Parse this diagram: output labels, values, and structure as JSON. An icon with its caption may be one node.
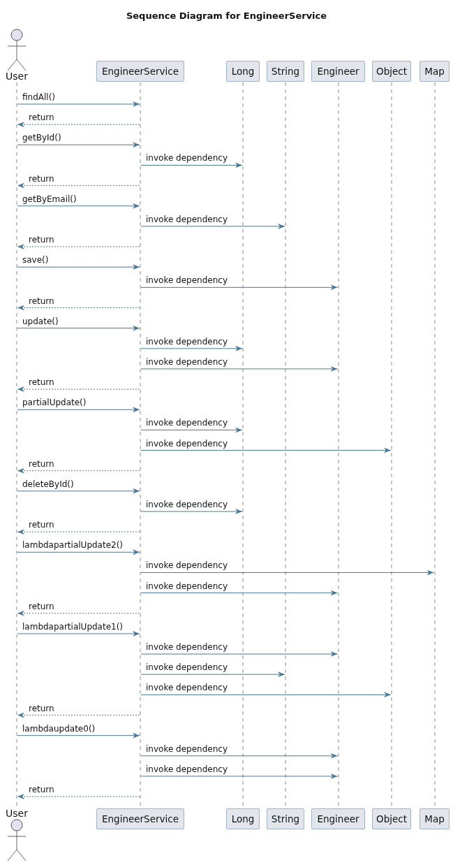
{
  "diagram": {
    "title": "Sequence Diagram for EngineerService",
    "nodes": [
      {
        "text": [
          "User"
        ]
      },
      {
        "text": [
          "EngineerService"
        ]
      },
      {
        "text": [
          "Long"
        ]
      },
      {
        "text": [
          "String"
        ]
      },
      {
        "text": [
          "Engineer"
        ]
      },
      {
        "text": [
          "Object"
        ]
      },
      {
        "text": [
          "Map"
        ]
      },
      {
        "text": [],
        "shape": "line"
      },
      {
        "text": [],
        "shape": "line"
      },
      {
        "text": [],
        "shape": "line"
      },
      {
        "text": [],
        "shape": "line"
      },
      {
        "text": [],
        "shape": "line"
      },
      {
        "text": [],
        "shape": "line"
      },
      {
        "text": [],
        "shape": "line"
      },
      {
        "text": [
          "User"
        ]
      },
      {
        "text": [
          "EngineerService"
        ]
      },
      {
        "text": [
          "Long"
        ]
      },
      {
        "text": [
          "String"
        ]
      },
      {
        "text": [
          "Engineer"
        ]
      },
      {
        "text": [
          "Object"
        ]
      },
      {
        "text": [
          "Map"
        ]
      }
    ],
    "edges": [
      {
        "from": 7,
        "to": 8,
        "arrow": "to",
        "label": "findAll()"
      },
      {
        "from": 8,
        "to": 7,
        "arrow": "to",
        "label": "return",
        "style": "dashed"
      },
      {
        "from": 7,
        "to": 8,
        "arrow": "to",
        "label": "getById()"
      },
      {
        "from": 8,
        "to": 9,
        "arrow": "to",
        "label": "invoke dependency"
      },
      {
        "from": 8,
        "to": 7,
        "arrow": "to",
        "label": "return",
        "style": "dashed"
      },
      {
        "from": 7,
        "to": 8,
        "arrow": "to",
        "label": "getByEmail()"
      },
      {
        "from": 8,
        "to": 10,
        "arrow": "to",
        "label": "invoke dependency"
      },
      {
        "from": 8,
        "to": 7,
        "arrow": "to",
        "label": "return",
        "style": "dashed"
      },
      {
        "from": 7,
        "to": 8,
        "arrow": "to",
        "label": "save()"
      },
      {
        "from": 8,
        "to": 11,
        "arrow": "to",
        "label": "invoke dependency"
      },
      {
        "from": 8,
        "to": 7,
        "arrow": "to",
        "label": "return",
        "style": "dashed"
      },
      {
        "from": 7,
        "to": 8,
        "arrow": "to",
        "label": "update()"
      },
      {
        "from": 8,
        "to": 9,
        "arrow": "to",
        "label": "invoke dependency"
      },
      {
        "from": 8,
        "to": 11,
        "arrow": "to",
        "label": "invoke dependency"
      },
      {
        "from": 8,
        "to": 7,
        "arrow": "to",
        "label": "return",
        "style": "dashed"
      },
      {
        "from": 7,
        "to": 8,
        "arrow": "to",
        "label": "partialUpdate()"
      },
      {
        "from": 8,
        "to": 9,
        "arrow": "to",
        "label": "invoke dependency"
      },
      {
        "from": 8,
        "to": 12,
        "arrow": "to",
        "label": "invoke dependency"
      },
      {
        "from": 8,
        "to": 7,
        "arrow": "to",
        "label": "return",
        "style": "dashed"
      },
      {
        "from": 7,
        "to": 8,
        "arrow": "to",
        "label": "deleteById()"
      },
      {
        "from": 8,
        "to": 9,
        "arrow": "to",
        "label": "invoke dependency"
      },
      {
        "from": 8,
        "to": 7,
        "arrow": "to",
        "label": "return",
        "style": "dashed"
      },
      {
        "from": 7,
        "to": 8,
        "arrow": "to",
        "label": "lambdapartialUpdate2()"
      },
      {
        "from": 8,
        "to": 13,
        "arrow": "to",
        "label": "invoke dependency"
      },
      {
        "from": 8,
        "to": 11,
        "arrow": "to",
        "label": "invoke dependency"
      },
      {
        "from": 8,
        "to": 7,
        "arrow": "to",
        "label": "return",
        "style": "dashed"
      },
      {
        "from": 7,
        "to": 8,
        "arrow": "to",
        "label": "lambdapartialUpdate1()"
      },
      {
        "from": 8,
        "to": 11,
        "arrow": "to",
        "label": "invoke dependency"
      },
      {
        "from": 8,
        "to": 10,
        "arrow": "to",
        "label": "invoke dependency"
      },
      {
        "from": 8,
        "to": 12,
        "arrow": "to",
        "label": "invoke dependency"
      },
      {
        "from": 8,
        "to": 7,
        "arrow": "to",
        "label": "return",
        "style": "dashed"
      },
      {
        "from": 7,
        "to": 8,
        "arrow": "to",
        "label": "lambdaupdate0()"
      },
      {
        "from": 8,
        "to": 11,
        "arrow": "to",
        "label": "invoke dependency"
      },
      {
        "from": 8,
        "to": 11,
        "arrow": "to",
        "label": "invoke dependency"
      },
      {
        "from": 8,
        "to": 7,
        "arrow": "to",
        "label": "return",
        "style": "dashed"
      }
    ]
  }
}
